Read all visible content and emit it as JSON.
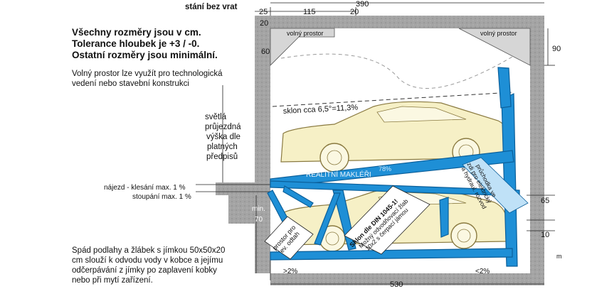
{
  "header": {
    "top_label": "stání bez vrat",
    "line1": "Všechny rozměry jsou v cm.",
    "line2": "Tolerance hloubek je +3 / -0.",
    "line3": "Ostatní rozměry jsou minimální."
  },
  "notes": {
    "free_space_line1": "Volný prostor lze využít pro technologická",
    "free_space_line2": "vedení nebo stavební konstrukci",
    "clearance": [
      "světlá",
      "průjezdná",
      "výška dle",
      "platných",
      "předpisů"
    ],
    "ramp1": "nájezd - klesání max. 1 %",
    "ramp2": "stoupání max. 1 %",
    "floor": [
      "Spád podlahy a žlábek s jímkou 50x50x20",
      "cm slouží k odvodu vody v kobce a jejímu",
      "odčerpávání z jímky po zaplavení kobky",
      "nebo při mytí zařízení."
    ]
  },
  "dimensions": {
    "d390": "390",
    "d25": "25",
    "d115": "115",
    "d20a": "20",
    "d20b": "20",
    "d60": "60",
    "d90": "90",
    "d65": "65",
    "d10": "10",
    "dmin": "min.",
    "d70": "70",
    "d530": "530",
    "dm": "m"
  },
  "labels": {
    "free_left": "volný prostor",
    "free_right": "volný prostor",
    "slope": "sklon cca 6,5°=11,3%",
    "space": [
      "prostor pro",
      "ev. odtah"
    ],
    "walkway": [
      "průchodka ve",
      "zdi pro elektrický",
      "a hydraul. rozvod"
    ],
    "din": [
      "Sklon dle DIN 1045-1!",
      "Možný odvodňovací žlab",
      "10x2 s čerpací jámou"
    ],
    "slope_left": ">2%",
    "slope_right": "<2%",
    "platform_pct": "78%",
    "watermark": "REALITNÍ MAKLÉŘI"
  },
  "colors": {
    "steel": "#1e8fd6",
    "steel_dark": "#0b5f9a",
    "wall": "#9a9a9a",
    "car": "#f6f0c6",
    "car_line": "#8a7a40"
  }
}
